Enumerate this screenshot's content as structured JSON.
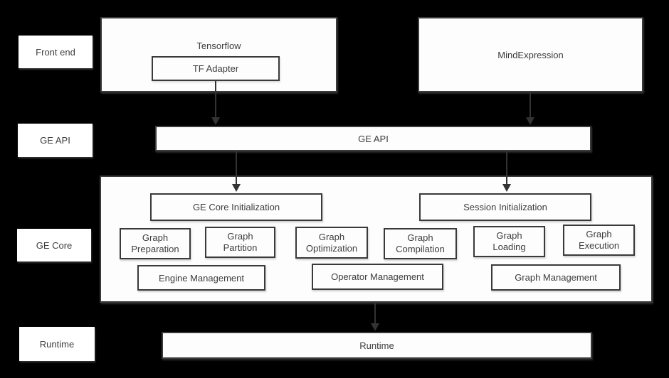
{
  "diagram": {
    "lane_labels": [
      {
        "label": "Front end"
      },
      {
        "label": "GE API"
      },
      {
        "label": "GE Core"
      },
      {
        "label": "Runtime"
      }
    ],
    "front_end": {
      "tensorflow_label": "Tensorflow",
      "tf_adapter_label": "TF Adapter",
      "mind_expression_label": "MindExpression"
    },
    "api_bar_label": "GE API",
    "ge_core": {
      "core_init_label": "GE Core Initialization",
      "session_init_label": "Session Initialization",
      "modules": [
        {
          "label": "Graph\nPreparation"
        },
        {
          "label": "Graph\nPartition"
        },
        {
          "label": "Graph\nOptimization"
        },
        {
          "label": "Graph\nCompilation"
        },
        {
          "label": "Graph\nLoading"
        },
        {
          "label": "Graph\nExecution"
        }
      ],
      "management": [
        {
          "label": "Engine Management"
        },
        {
          "label": "Operator Management"
        },
        {
          "label": "Graph Management"
        }
      ]
    },
    "runtime_bar_label": "Runtime",
    "colors": {
      "background": "#000000",
      "box_fill": "#fdfdfd",
      "box_border": "#3a3a3a",
      "text": "#3d3d3d",
      "arrow": "#333333"
    }
  }
}
